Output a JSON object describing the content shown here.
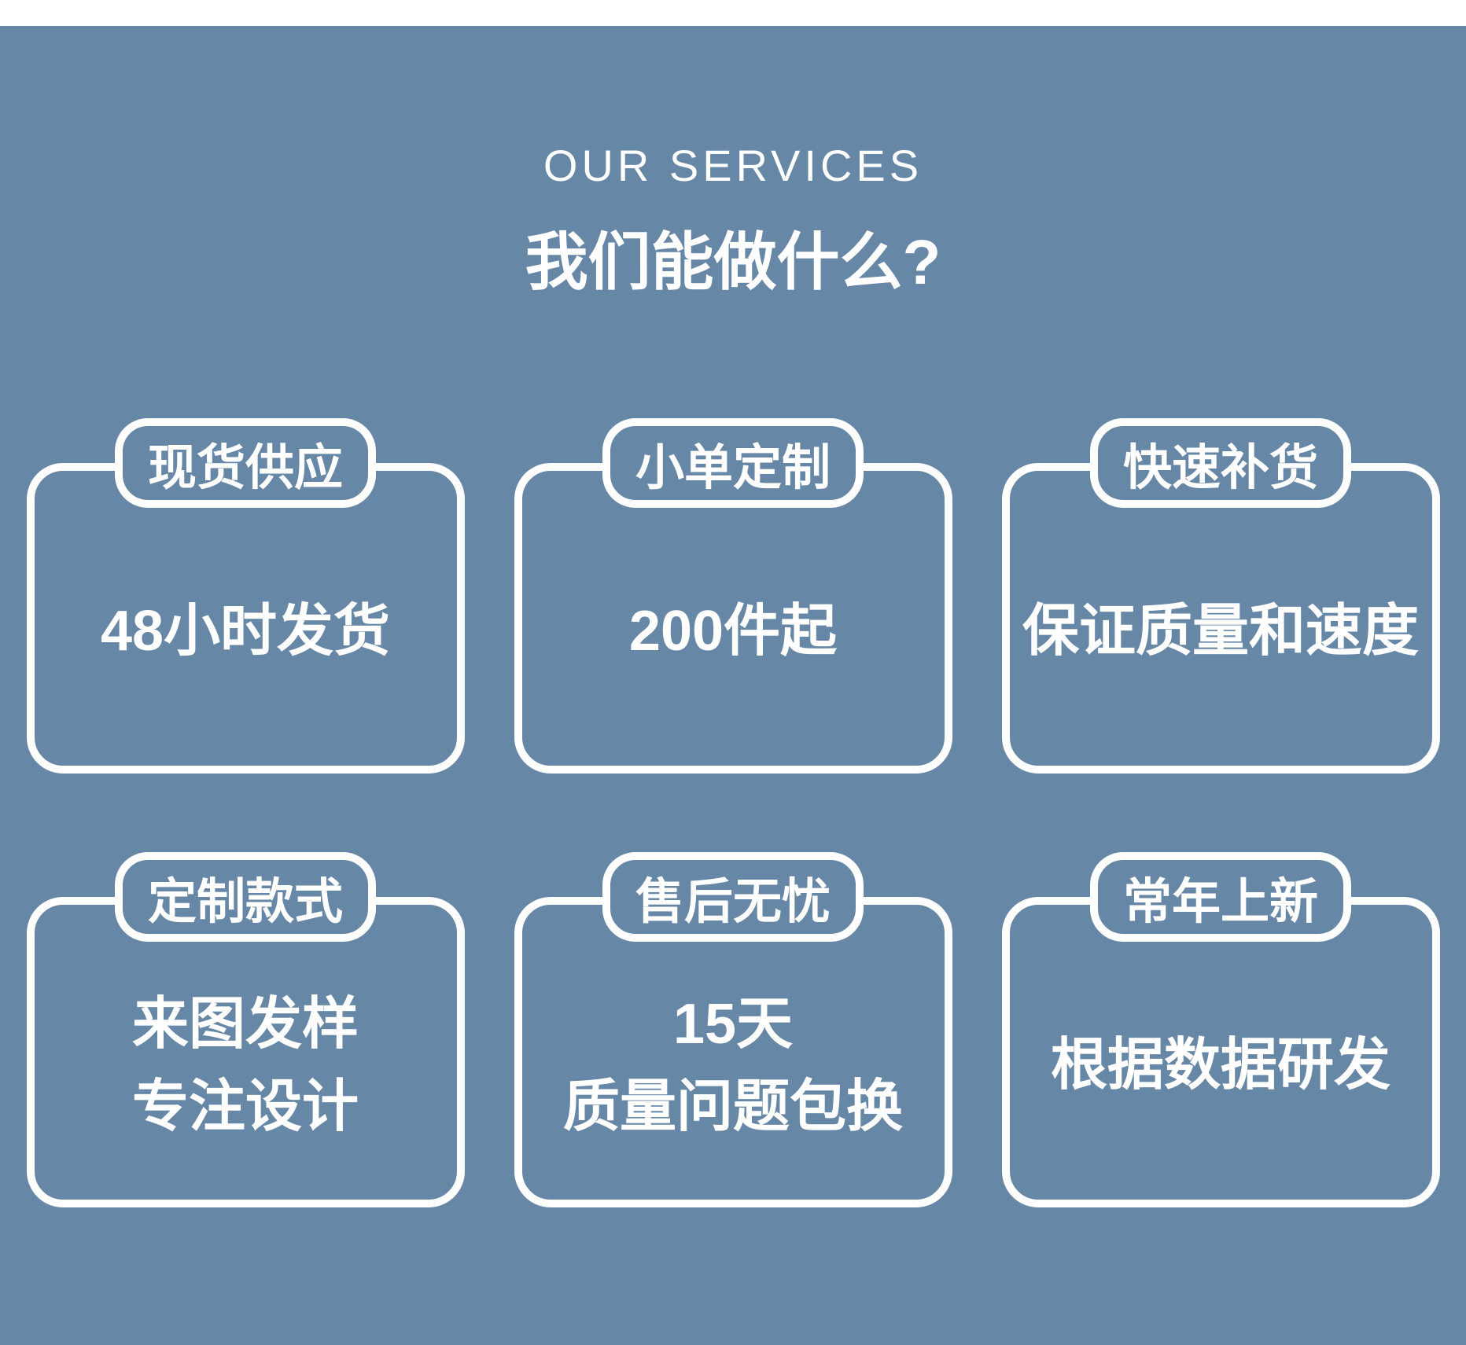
{
  "page": {
    "background_color": "#6787a6",
    "text_color": "#ffffff",
    "top_strip_color": "#ffffff"
  },
  "header": {
    "subtitle": "OUR SERVICES",
    "title": "我们能做什么?"
  },
  "cards": [
    {
      "tab": "现货供应",
      "lines": [
        "48小时发货"
      ]
    },
    {
      "tab": "小单定制",
      "lines": [
        "200件起"
      ]
    },
    {
      "tab": "快速补货",
      "lines": [
        "保证质量和速度"
      ]
    },
    {
      "tab": "定制款式",
      "lines": [
        "来图发样",
        "专注设计"
      ]
    },
    {
      "tab": "售后无忧",
      "lines": [
        "15天",
        "质量问题包换"
      ]
    },
    {
      "tab": "常年上新",
      "lines": [
        "根据数据研发"
      ]
    }
  ]
}
